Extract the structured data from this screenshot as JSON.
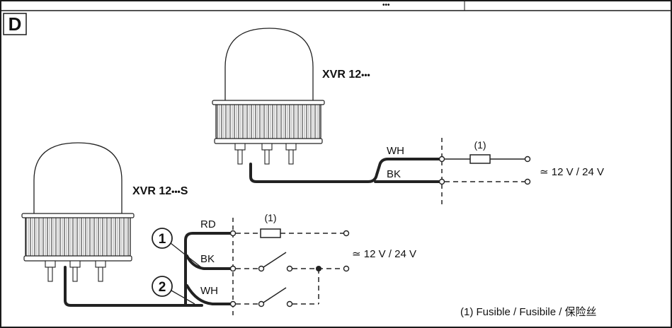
{
  "panel": {
    "letter": "D",
    "top_fragment": "•••"
  },
  "top_device": {
    "model_prefix": "XVR 12",
    "model_dots": "•••",
    "wires": {
      "white": "WH",
      "black": "BK"
    },
    "fuse_ref": "(1)",
    "supply": "≃ 12 V / 24 V"
  },
  "bottom_device": {
    "model_prefix": "XVR 12",
    "model_dots": "•••",
    "model_suffix": "S",
    "wires": {
      "red": "RD",
      "black": "BK",
      "white": "WH"
    },
    "fuse_ref": "(1)",
    "supply": "≃ 12 V / 24 V",
    "callouts": [
      "1",
      "2"
    ]
  },
  "footnote": "(1) Fusible / Fusibile / 保险丝",
  "colors": {
    "line": "#1a1a1a",
    "wire": "#222222",
    "background": "#ffffff"
  }
}
